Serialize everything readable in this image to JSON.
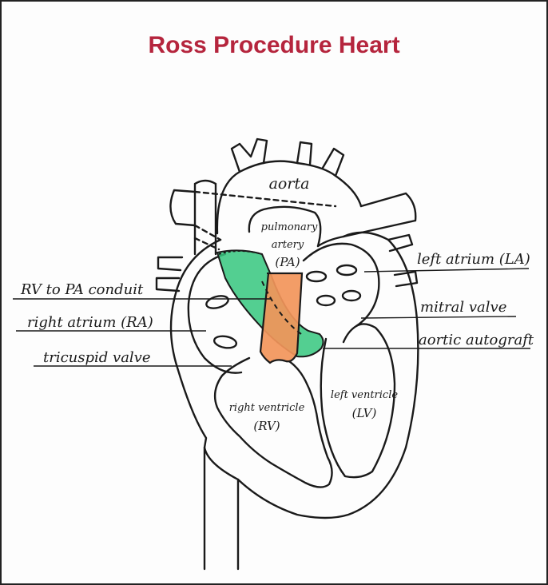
{
  "title": "Ross Procedure Heart",
  "colors": {
    "title": "#b5253d",
    "conduit": "#f2955a",
    "autograft": "#35c77e",
    "outline": "#1a1a1a",
    "background": "#fdfdfd"
  },
  "labels": {
    "aorta": "aorta",
    "pulmonary_artery_1": "pulmonary",
    "pulmonary_artery_2": "artery",
    "pulmonary_artery_3": "(PA)",
    "left_atrium": "left atrium (LA)",
    "mitral_valve": "mitral valve",
    "aortic_autograft": "aortic autograft",
    "rv_pa_conduit": "RV to PA conduit",
    "right_atrium": "right atrium (RA)",
    "tricuspid_valve": "tricuspid valve",
    "left_ventricle_1": "left ventricle",
    "left_ventricle_2": "(LV)",
    "right_ventricle_1": "right ventricle",
    "right_ventricle_2": "(RV)"
  }
}
